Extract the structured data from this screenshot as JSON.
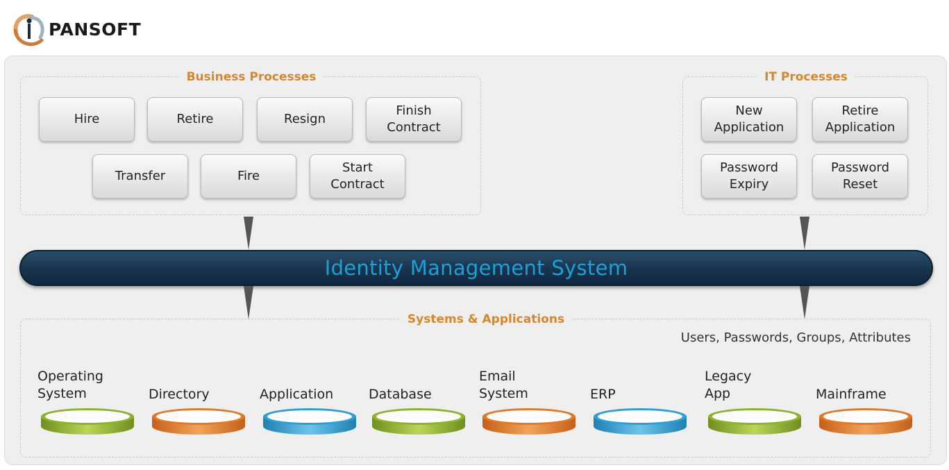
{
  "logo": {
    "text": "PANSOFT",
    "icon": "pansoft-swirl-logo-icon"
  },
  "business_processes": {
    "title": "Business Processes",
    "buttons": [
      "Hire",
      "Retire",
      "Resign",
      "Finish\nContract",
      "Transfer",
      "Fire",
      "Start\nContract"
    ]
  },
  "it_processes": {
    "title": "IT Processes",
    "buttons": [
      "New\nApplication",
      "Retire\nApplication",
      "Password\nExpiry",
      "Password\nReset"
    ]
  },
  "ims": {
    "label": "Identity Management System"
  },
  "systems": {
    "title": "Systems & Applications",
    "note": "Users, Passwords, Groups, Attributes",
    "items": [
      {
        "label": "Operating\nSystem",
        "color": "green"
      },
      {
        "label": "Directory",
        "color": "orange"
      },
      {
        "label": "Application",
        "color": "blue"
      },
      {
        "label": "Database",
        "color": "green"
      },
      {
        "label": "Email\nSystem",
        "color": "orange"
      },
      {
        "label": "ERP",
        "color": "blue"
      },
      {
        "label": "Legacy\nApp",
        "color": "green"
      },
      {
        "label": "Mainframe",
        "color": "orange"
      }
    ]
  },
  "colors": {
    "title": "#d9862a",
    "ims_text": "#1e9fd8",
    "ims_bar": "#18344c",
    "green": "#8db32c",
    "orange": "#e07a28",
    "blue": "#2e9fd4"
  }
}
